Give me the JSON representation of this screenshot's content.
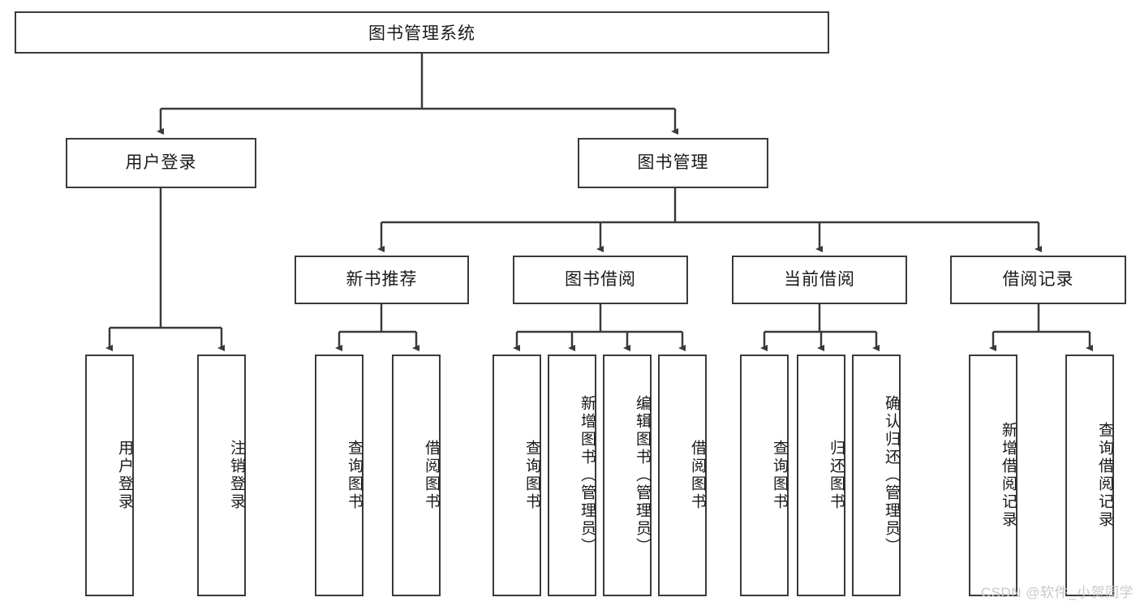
{
  "diagram": {
    "title": "图书管理系统",
    "type": "hierarchy-tree",
    "watermark": "CSDN @软件_小贺同学",
    "colors": {
      "box_border": "#3a3a3a",
      "box_fill": "#ffffff",
      "edge": "#3a3a3a",
      "text": "#1a1a1a",
      "watermark": "#c9c9c9",
      "background": "#ffffff"
    },
    "levels": {
      "root": {
        "label": "图书管理系统"
      },
      "level2": [
        {
          "label": "用户登录"
        },
        {
          "label": "图书管理"
        }
      ],
      "level3": [
        {
          "label": "新书推荐",
          "parent": "图书管理"
        },
        {
          "label": "图书借阅",
          "parent": "图书管理"
        },
        {
          "label": "当前借阅",
          "parent": "图书管理"
        },
        {
          "label": "借阅记录",
          "parent": "图书管理"
        }
      ],
      "leaves": [
        {
          "label": "用户登录",
          "parent": "用户登录"
        },
        {
          "label": "注销登录",
          "parent": "用户登录"
        },
        {
          "label": "查询图书",
          "parent": "新书推荐"
        },
        {
          "label": "借阅图书",
          "parent": "新书推荐"
        },
        {
          "label": "查询图书",
          "parent": "图书借阅"
        },
        {
          "label": "新增图书（管理员）",
          "parent": "图书借阅"
        },
        {
          "label": "编辑图书（管理员）",
          "parent": "图书借阅"
        },
        {
          "label": "借阅图书",
          "parent": "图书借阅"
        },
        {
          "label": "查询图书",
          "parent": "当前借阅"
        },
        {
          "label": "归还图书",
          "parent": "当前借阅"
        },
        {
          "label": "确认归还（管理员）",
          "parent": "当前借阅"
        },
        {
          "label": "新增借阅记录",
          "parent": "借阅记录"
        },
        {
          "label": "查询借阅记录",
          "parent": "借阅记录"
        }
      ]
    }
  }
}
